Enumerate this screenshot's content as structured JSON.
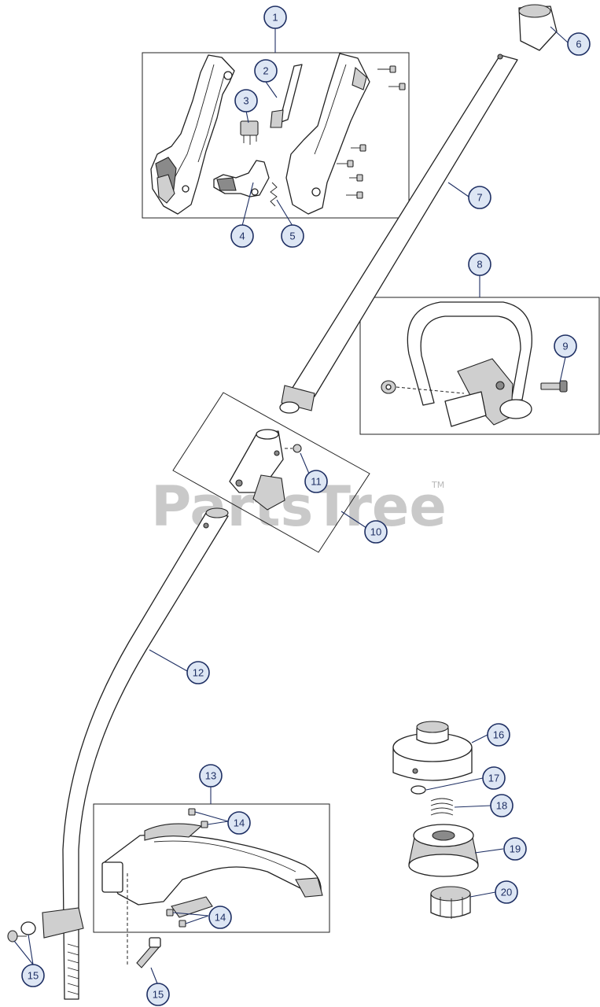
{
  "watermark": {
    "text": "PartsTree",
    "trademark": "TM"
  },
  "callouts": [
    {
      "id": "callout-1",
      "label": "1"
    },
    {
      "id": "callout-2",
      "label": "2"
    },
    {
      "id": "callout-3",
      "label": "3"
    },
    {
      "id": "callout-4",
      "label": "4"
    },
    {
      "id": "callout-5",
      "label": "5"
    },
    {
      "id": "callout-6",
      "label": "6"
    },
    {
      "id": "callout-7",
      "label": "7"
    },
    {
      "id": "callout-8",
      "label": "8"
    },
    {
      "id": "callout-9",
      "label": "9"
    },
    {
      "id": "callout-10",
      "label": "10"
    },
    {
      "id": "callout-11",
      "label": "11"
    },
    {
      "id": "callout-12",
      "label": "12"
    },
    {
      "id": "callout-13",
      "label": "13"
    },
    {
      "id": "callout-14a",
      "label": "14"
    },
    {
      "id": "callout-14b",
      "label": "14"
    },
    {
      "id": "callout-15a",
      "label": "15"
    },
    {
      "id": "callout-15b",
      "label": "15"
    },
    {
      "id": "callout-16",
      "label": "16"
    },
    {
      "id": "callout-17",
      "label": "17"
    },
    {
      "id": "callout-18",
      "label": "18"
    },
    {
      "id": "callout-19",
      "label": "19"
    },
    {
      "id": "callout-20",
      "label": "20"
    }
  ]
}
